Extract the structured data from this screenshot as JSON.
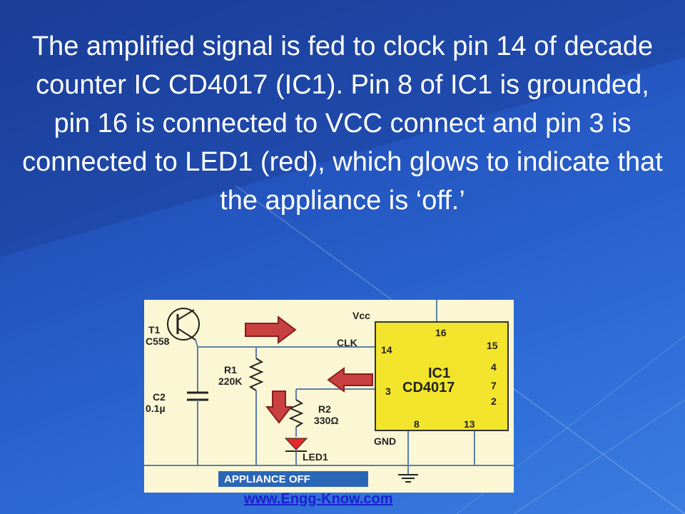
{
  "slide": {
    "body": "The amplified signal is fed to clock pin 14 of decade counter IC CD4017 (IC1). Pin 8 of IC1 is grounded, pin 16 is connected to VCC connect and pin 3 is connected to LED1 (red), which glows to indicate that the appliance is ‘off.’",
    "footer_link": "www.Engg-Know.com"
  },
  "diagram": {
    "vcc": "Vcc",
    "t1_name": "T1",
    "t1_part": "C558",
    "r1_name": "R1",
    "r1_value": "220K",
    "c2_name": "C2",
    "c2_value": "0.1µ",
    "r2_name": "R2",
    "r2_value": "330Ω",
    "led_label": "LED1",
    "clk": "CLK",
    "gnd": "GND",
    "ic_name": "IC1",
    "ic_part": "CD4017",
    "pin_16": "16",
    "pin_15": "15",
    "pin_14": "14",
    "pin_4": "4",
    "pin_7": "7",
    "pin_3": "3",
    "pin_2": "2",
    "pin_8": "8",
    "pin_13": "13",
    "appliance_off": "APPLIANCE OFF"
  }
}
